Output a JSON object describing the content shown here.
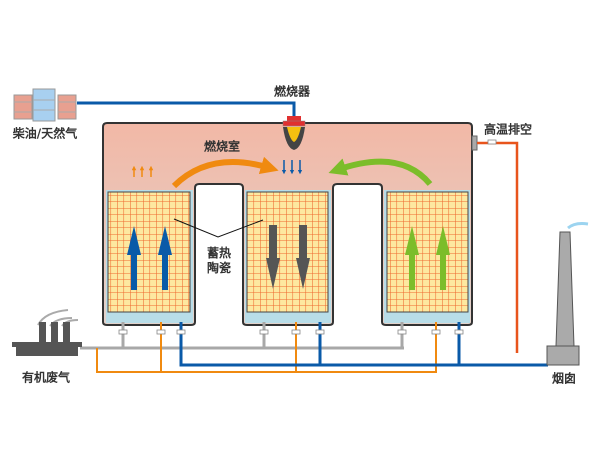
{
  "labels": {
    "burner": "燃烧器",
    "fuel": "柴油/天然气",
    "high_temp_exhaust": "高温排空",
    "combustion_chamber": "燃烧室",
    "ceramic_line1": "蓄热",
    "ceramic_line2": "陶瓷",
    "organic_waste_gas": "有机废气",
    "chimney": "烟囱"
  },
  "colors": {
    "inlet_gas": "#0a5aa8",
    "hot_gas": "#f08a10",
    "purge_gas": "#7cbd2a",
    "outlet_gas": "#555555",
    "exhaust_pipe": "#e8541c",
    "ceramic_fill": "#fde8a0",
    "ceramic_grid": "#ee6a30",
    "chamber_top": "#f2bba8",
    "chamber_base": "#b8dde8"
  }
}
